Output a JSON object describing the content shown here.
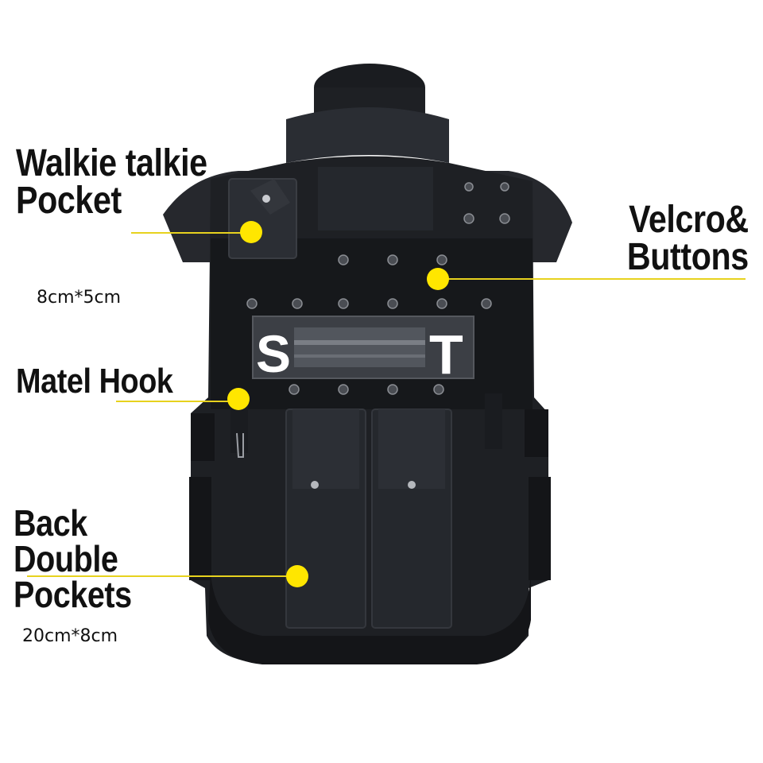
{
  "image": {
    "subject": "Black tactical vest on mannequin, back view",
    "patch": {
      "left_letter": "S",
      "right_letter": "T"
    }
  },
  "callouts": [
    {
      "id": "walkie",
      "lines": [
        "Walkie talkie",
        "Pocket"
      ],
      "dimension": "8cm*5cm"
    },
    {
      "id": "velcro",
      "lines": [
        "Velcro&",
        "Buttons"
      ]
    },
    {
      "id": "hook",
      "lines": [
        "Matel Hook"
      ]
    },
    {
      "id": "pockets",
      "lines": [
        "Back",
        "Double",
        "Pockets"
      ],
      "dimension": "20cm*8cm"
    }
  ],
  "colors": {
    "background": "#ffffff",
    "vest": "#1e2024",
    "vest_light": "#2c2f35",
    "accent_dot": "#ffe600",
    "accent_line": "#e7d21e",
    "label_text": "#111111",
    "patch_bg": "#3c3f45",
    "patch_text": "#ffffff"
  }
}
